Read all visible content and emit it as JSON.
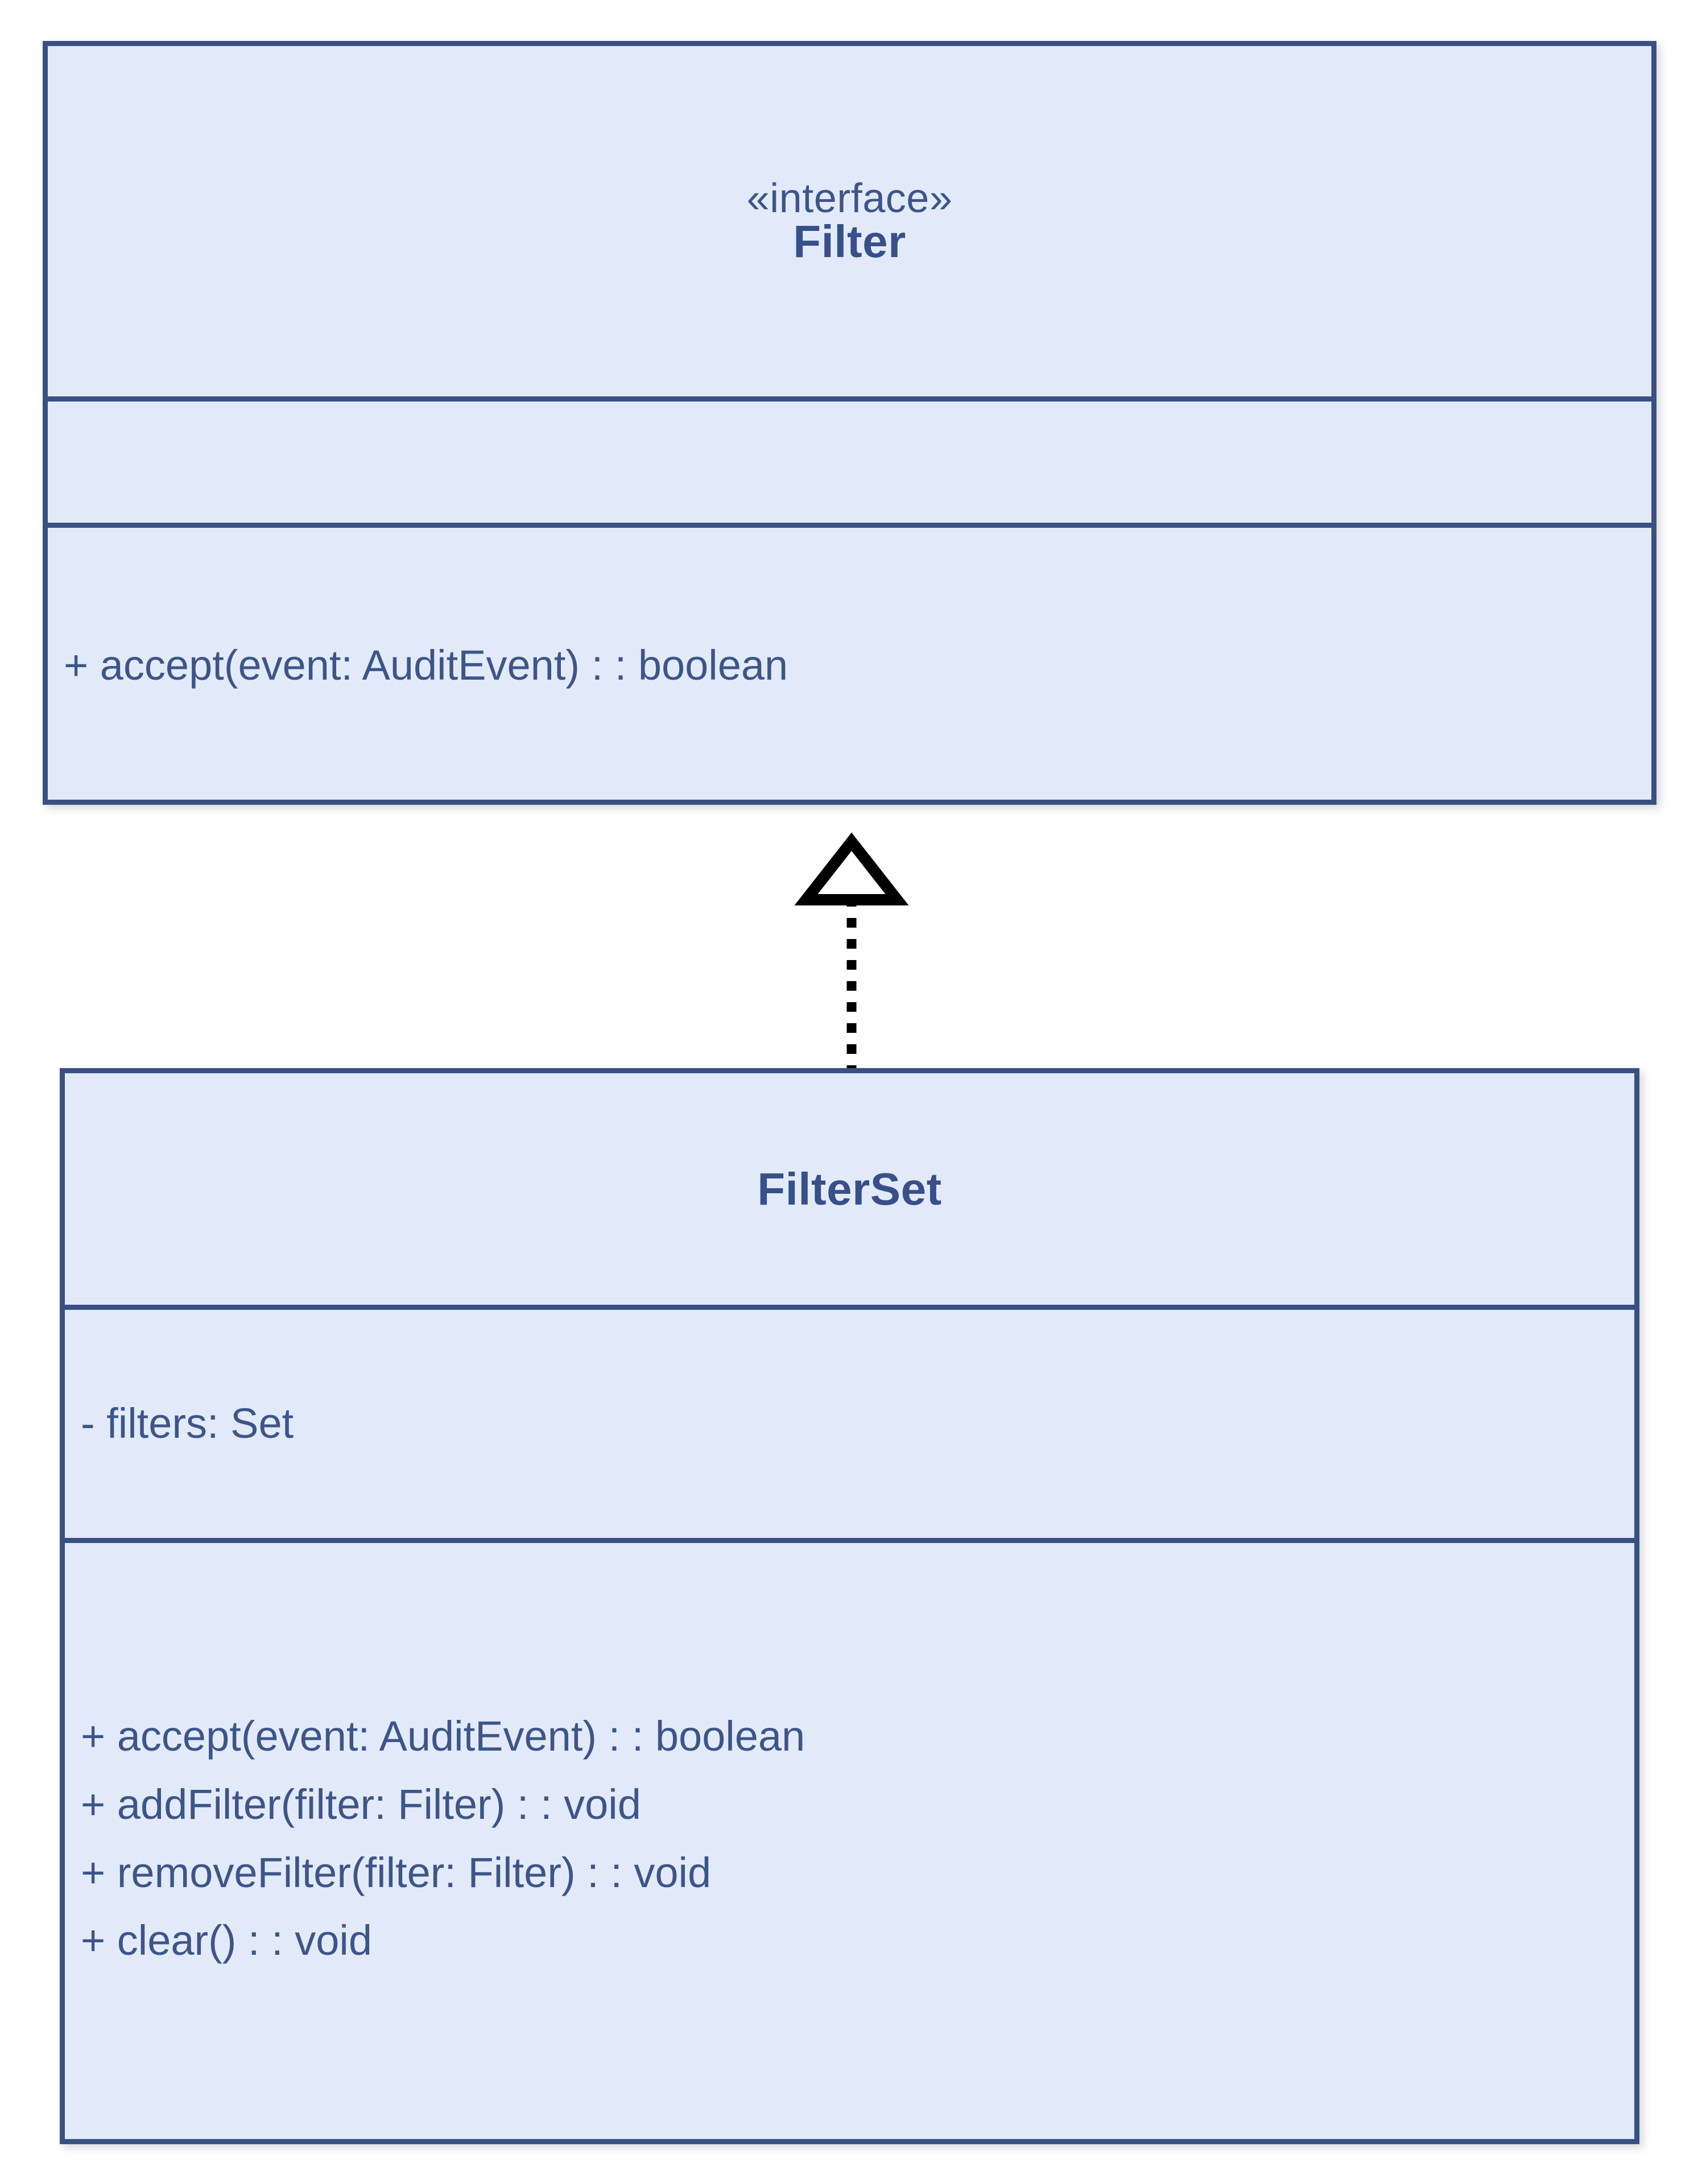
{
  "diagram": {
    "type": "uml-class-diagram",
    "background_color": "#ffffff",
    "box_fill_color": "#e2eaf9",
    "box_border_color": "#3a5082",
    "text_color": "#3d5588",
    "connector_color": "#000000",
    "classes": [
      {
        "id": "filter",
        "stereotype": "«interface»",
        "name": "Filter",
        "attributes": [],
        "methods": [
          "+ accept(event: AuditEvent) : : boolean"
        ]
      },
      {
        "id": "filterset",
        "stereotype": "",
        "name": "FilterSet",
        "attributes": [
          "- filters: Set"
        ],
        "methods": [
          "+ accept(event: AuditEvent) : : boolean",
          "+ addFilter(filter: Filter) : : void",
          "+ removeFilter(filter: Filter) : : void",
          "+ clear() : : void"
        ]
      }
    ],
    "relationships": [
      {
        "kind": "realization",
        "from": "filterset",
        "to": "filter",
        "line_style": "dotted",
        "arrow_head": "hollow-triangle"
      }
    ]
  }
}
